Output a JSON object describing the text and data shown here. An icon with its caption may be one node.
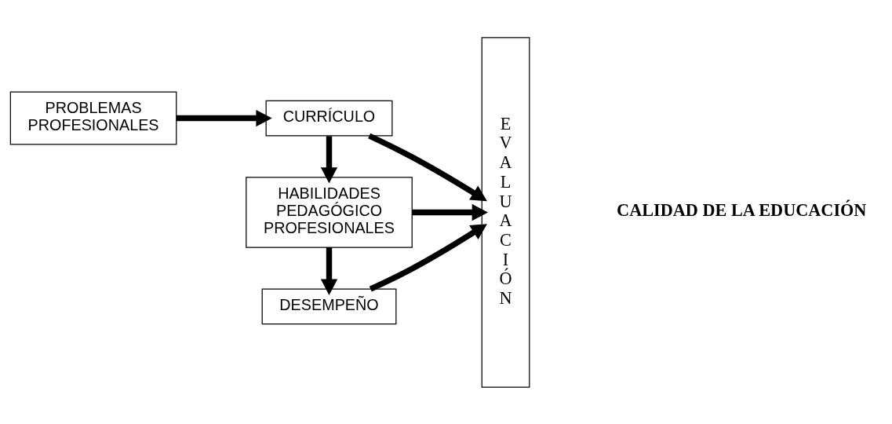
{
  "diagram": {
    "nodes": [
      {
        "text": [
          "PROBLEMAS PROFESIONALES"
        ]
      },
      {
        "text": [
          "CURRÍCULO"
        ]
      },
      {
        "text": [
          "HABILIDADES PEDAGÓGICO PROFESIONALES"
        ]
      },
      {
        "text": [
          "DESEMPEÑO"
        ]
      },
      {
        "text": [
          "EVALUACIÓN"
        ]
      }
    ],
    "edges": [
      {
        "from": 0,
        "to": 1,
        "arrow": "to"
      },
      {
        "from": 1,
        "to": 4,
        "arrow": "to"
      },
      {
        "from": 1,
        "to": 2,
        "arrow": "to"
      },
      {
        "from": 2,
        "to": 4,
        "arrow": "to"
      },
      {
        "from": 2,
        "to": 3,
        "arrow": "to"
      },
      {
        "from": 3,
        "to": 4,
        "arrow": "to"
      }
    ],
    "labels": [
      "CALIDAD DE LA EDUCACIÓN"
    ]
  }
}
